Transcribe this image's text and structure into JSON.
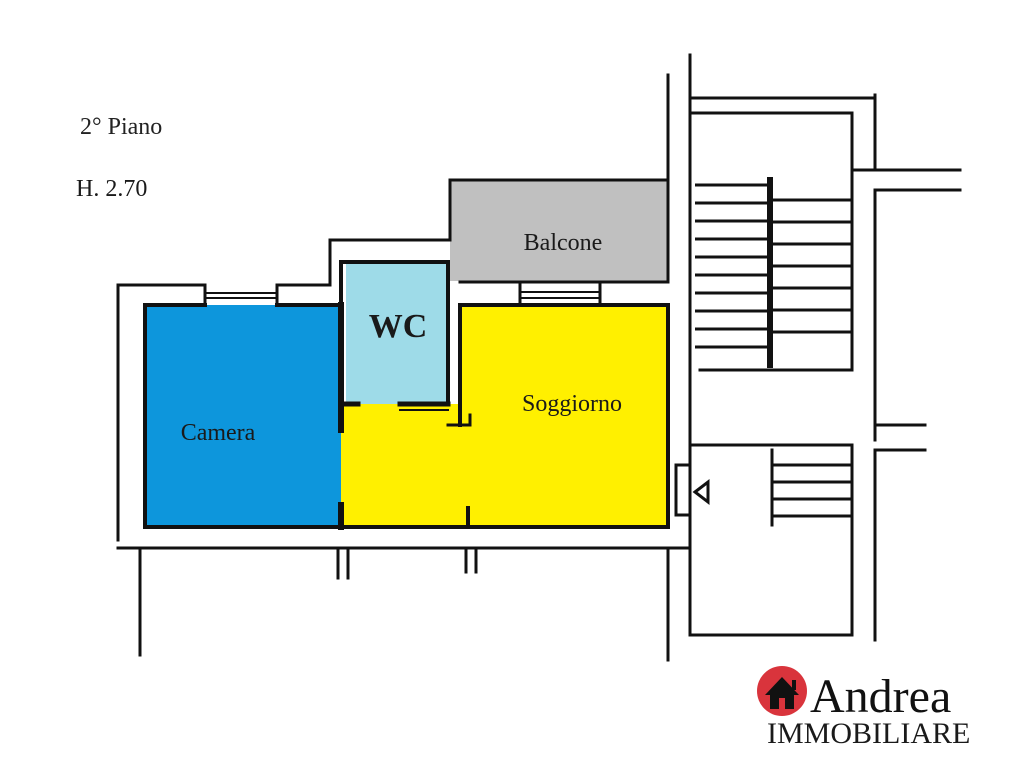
{
  "plan": {
    "floor_label": "2° Piano",
    "height_label": "H. 2.70",
    "rooms": {
      "balcone": "Balcone",
      "wc": "WC",
      "soggiorno": "Soggiorno",
      "camera": "Camera"
    }
  },
  "colors": {
    "camera": "#0d96dc",
    "wc": "#9edbe8",
    "soggiorno": "#fff000",
    "balcone": "#c0c0c0",
    "wall": "#111111",
    "accent": "#d9343c"
  },
  "logo": {
    "name": "Andrea",
    "tagline": "IMMOBILIARE",
    "icon": "house-icon"
  }
}
